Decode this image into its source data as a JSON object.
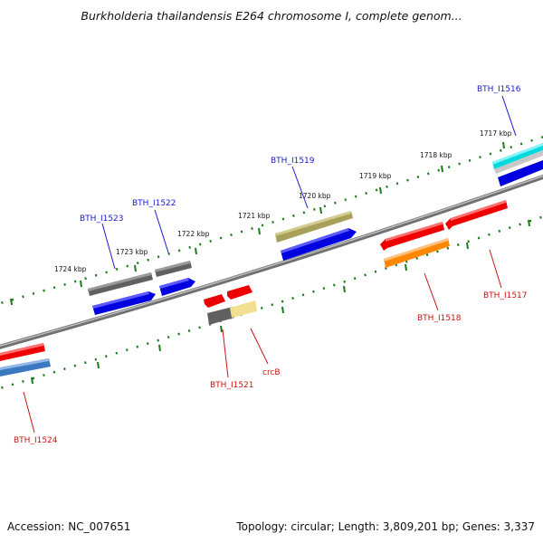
{
  "title": "Burkholderia thailandensis E264 chromosome I, complete genom...",
  "footer": {
    "accession": "Accession: NC_007651",
    "summary": "Topology: circular; Length: 3,809,201 bp; Genes: 3,337"
  },
  "colors": {
    "backbone": "#8a8a8a",
    "tick": "#1a7a1a",
    "label_forward": "#1a1acc",
    "label_reverse": "#cc1111"
  },
  "ticks": [
    "1724 kbp",
    "1723 kbp",
    "1722 kbp",
    "1721 kbp",
    "1720 kbp",
    "1719 kbp",
    "1718 kbp",
    "1717 kbp"
  ],
  "genes": [
    {
      "label": "BTH_I1516",
      "strand": "forward",
      "color": "#1a1acc"
    },
    {
      "label": "BTH_I1519",
      "strand": "forward",
      "color": "#1a1acc"
    },
    {
      "label": "BTH_I1522",
      "strand": "forward",
      "color": "#1a1acc"
    },
    {
      "label": "BTH_I1523",
      "strand": "forward",
      "color": "#1a1acc"
    },
    {
      "label": "BTH_I1517",
      "strand": "reverse",
      "color": "#cc1111"
    },
    {
      "label": "BTH_I1518",
      "strand": "reverse",
      "color": "#cc1111"
    },
    {
      "label": "crcB",
      "strand": "reverse",
      "color": "#cc1111"
    },
    {
      "label": "BTH_I1521",
      "strand": "reverse",
      "color": "#cc1111"
    },
    {
      "label": "BTH_I1524",
      "strand": "reverse",
      "color": "#cc1111"
    }
  ]
}
